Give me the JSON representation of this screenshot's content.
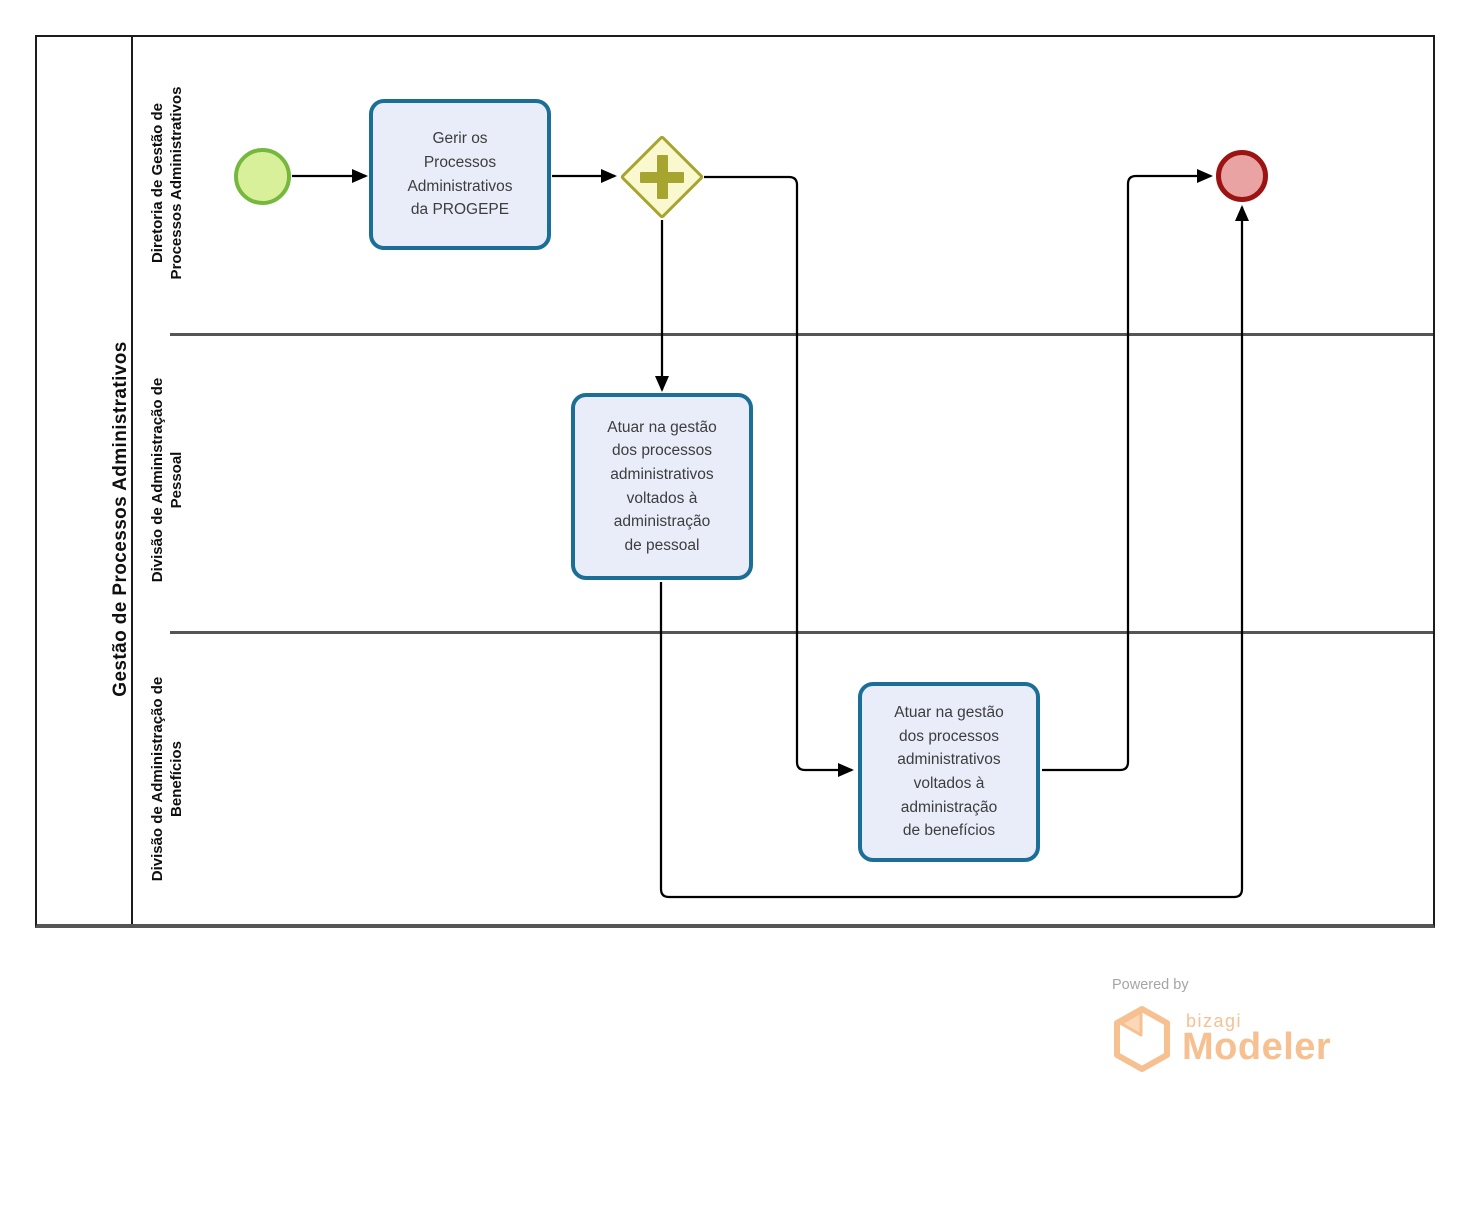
{
  "pool": {
    "title": "Gestão de Processos Administrativos",
    "lanes": [
      {
        "label": "Diretoria de Gestão de\nProcessos Administrativos"
      },
      {
        "label": "Divisão de Administração de\nPessoal"
      },
      {
        "label": "Divisão de Administração de\nBenefícios"
      }
    ]
  },
  "nodes": {
    "start_event": {
      "type": "start-event"
    },
    "task_gerir": {
      "label": "Gerir os\nProcessos\nAdministrativos\nda PROGEPE"
    },
    "gateway": {
      "type": "parallel-gateway"
    },
    "task_pessoal": {
      "label": "Atuar na gestão\ndos processos\nadministrativos\nvoltados à\nadministração\nde pessoal"
    },
    "task_beneficios": {
      "label": "Atuar na gestão\ndos processos\nadministrativos\nvoltados à\nadministração\nde benefícios"
    },
    "end_event": {
      "type": "end-event"
    }
  },
  "colors": {
    "task_fill": "#e9edfa",
    "task_stroke": "#1b6f97",
    "start_fill": "#d9f09b",
    "start_stroke": "#76b83d",
    "end_fill": "#e9a3a3",
    "end_stroke": "#9b1313",
    "gateway_fill": "#f9f8cf",
    "gateway_stroke": "#a5a52f",
    "flow": "#000000",
    "pool_border": "#1c1c1c",
    "lane_divider": "#555555",
    "text": "#3d3d3d",
    "label_text": "#0f0f0f",
    "logo_orange": "#f6c091",
    "powered_by_gray": "#a5a5a5"
  },
  "footer": {
    "powered_by": "Powered by",
    "brand": "bizagi",
    "product": "Modeler"
  }
}
